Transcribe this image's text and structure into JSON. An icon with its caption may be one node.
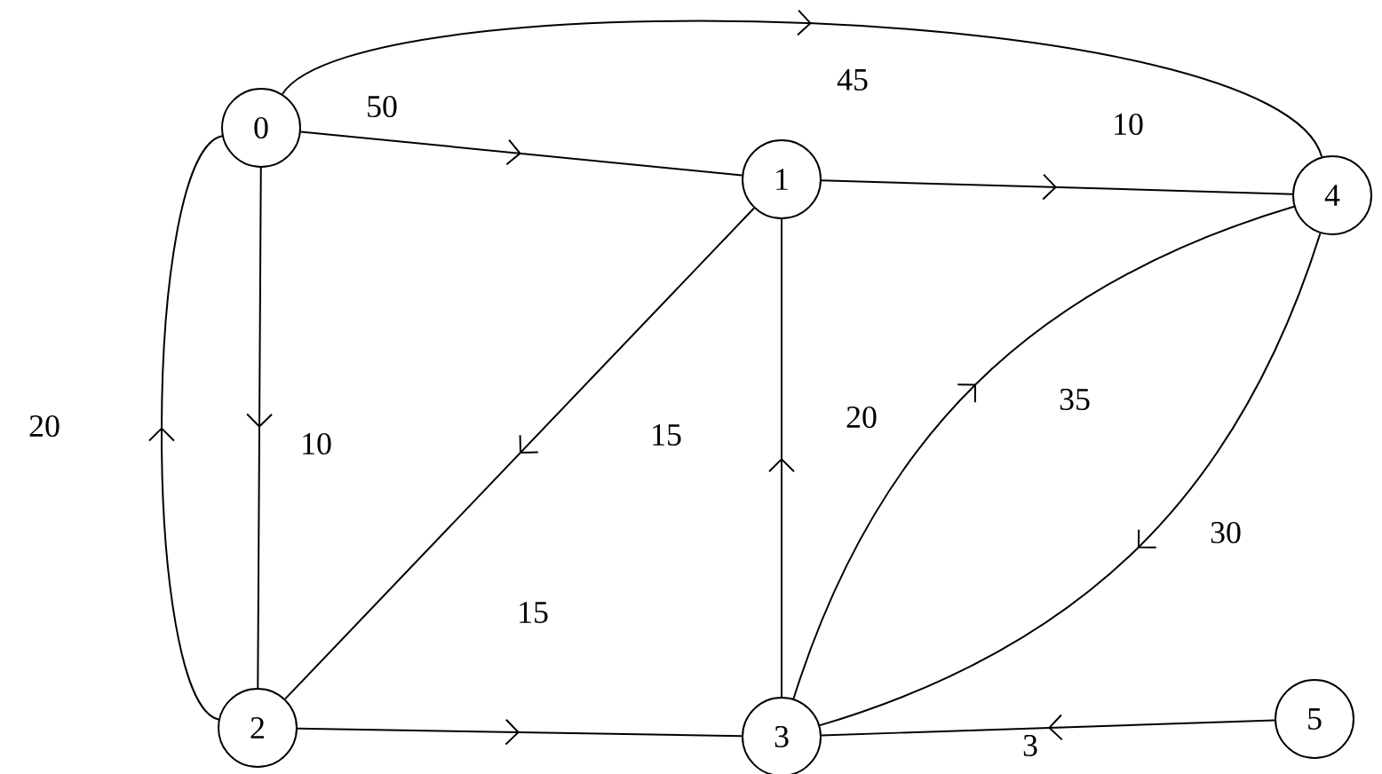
{
  "diagram": {
    "nodes": [
      {
        "text": [
          "0"
        ]
      },
      {
        "text": [
          "1"
        ]
      },
      {
        "text": [
          "2"
        ]
      },
      {
        "text": [
          "3"
        ]
      },
      {
        "text": [
          "4"
        ]
      },
      {
        "text": [
          "5"
        ]
      }
    ],
    "edges": [
      {
        "from": 0,
        "to": 1,
        "arrow": "to",
        "label": "50"
      },
      {
        "from": 0,
        "to": 4,
        "arrow": "to",
        "label": "45"
      },
      {
        "from": 0,
        "to": 2,
        "arrow": "to",
        "label": "10"
      },
      {
        "from": 2,
        "to": 0,
        "arrow": "to",
        "label": "20"
      },
      {
        "from": 1,
        "to": 4,
        "arrow": "to",
        "label": "10"
      },
      {
        "from": 1,
        "to": 2,
        "arrow": "to",
        "label": "15"
      },
      {
        "from": 2,
        "to": 3,
        "arrow": "to",
        "label": "15"
      },
      {
        "from": 3,
        "to": 1,
        "arrow": "to",
        "label": "20"
      },
      {
        "from": 3,
        "to": 4,
        "arrow": "to",
        "label": "35"
      },
      {
        "from": 4,
        "to": 3,
        "arrow": "to",
        "label": "30"
      },
      {
        "from": 5,
        "to": 3,
        "arrow": "to",
        "label": "3"
      }
    ]
  }
}
